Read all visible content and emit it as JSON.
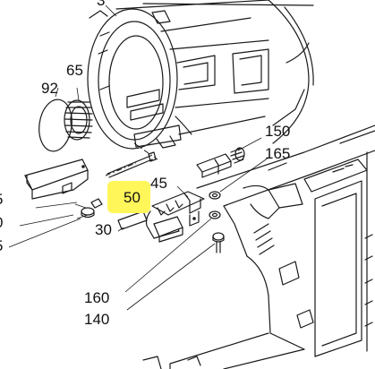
{
  "labels": {
    "p3": "3",
    "p65": "65",
    "p92": "92",
    "p150": "150",
    "p165": "165",
    "p45": "45",
    "p50": "50",
    "p30": "30",
    "p160": "160",
    "p140": "140",
    "edge1": "5",
    "edge2": "0",
    "edge3": "5"
  },
  "highlight": {
    "color": "#fff65a",
    "target": "50"
  }
}
